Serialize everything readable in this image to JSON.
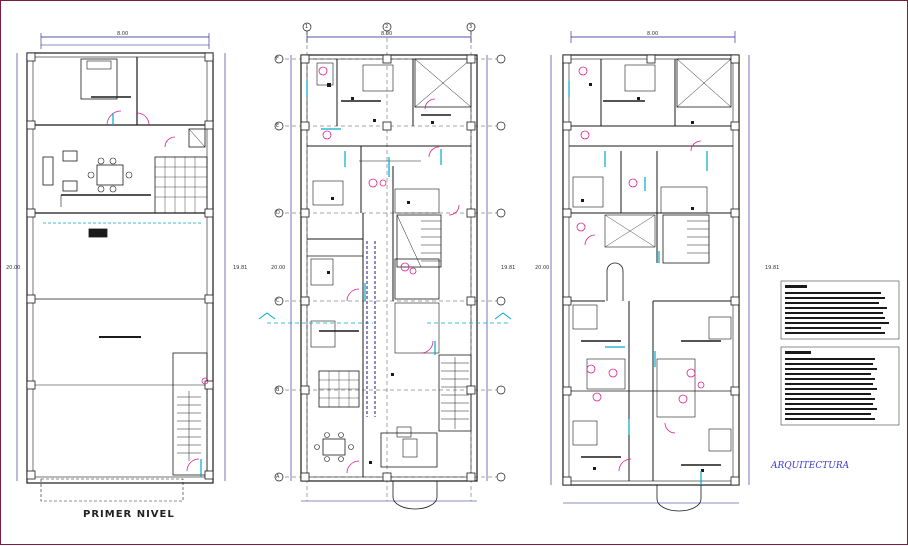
{
  "labels": {
    "primer_nivel": "PRIMER NIVEL",
    "arquitectura": "ARQUITECTURA",
    "width_dim": "8.00",
    "length_dim": "20.00",
    "side_dim": "19.81"
  },
  "grid_letters": [
    "F",
    "E",
    "D",
    "C",
    "B",
    "A"
  ],
  "grid_numbers": [
    "1",
    "2",
    "3"
  ],
  "colors": {
    "wall": "#1a1a1a",
    "dimension": "#1a1a8a",
    "door": "#e0208a",
    "cyan": "#00aacc",
    "frame": "#7a1f3a",
    "label_blue": "#3a3acc"
  }
}
